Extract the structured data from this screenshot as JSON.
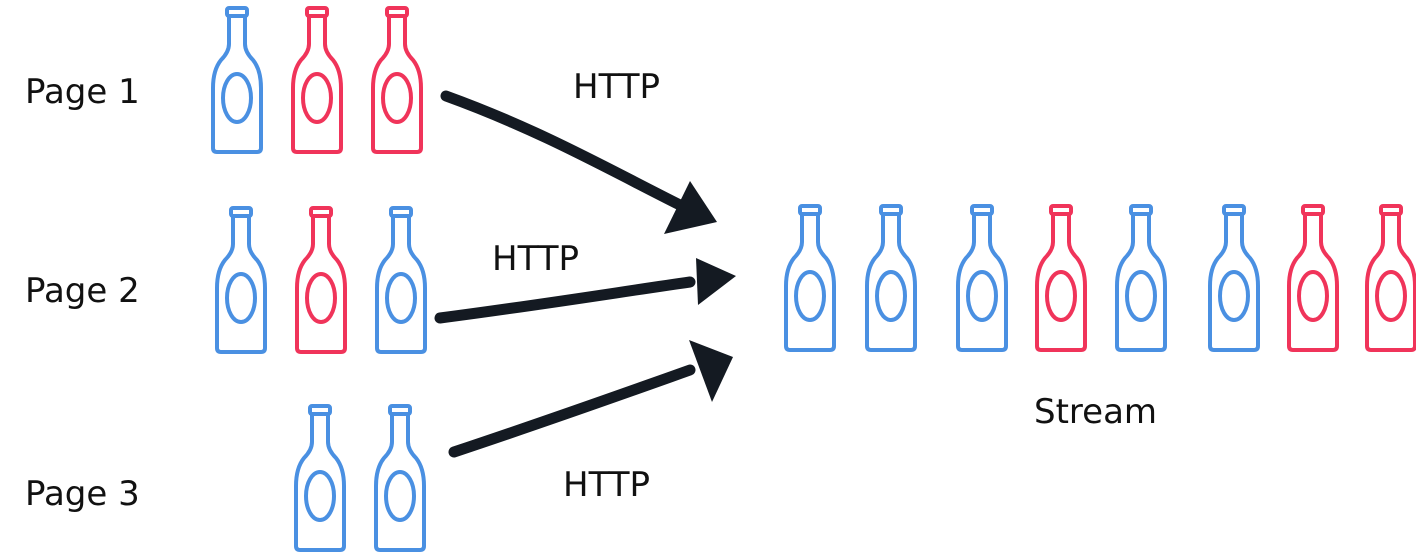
{
  "pages": [
    {
      "label": "Page 1",
      "bottles": [
        "blue",
        "red",
        "red"
      ]
    },
    {
      "label": "Page 2",
      "bottles": [
        "blue",
        "red",
        "blue"
      ]
    },
    {
      "label": "Page 3",
      "bottles": [
        "blue",
        "blue"
      ]
    }
  ],
  "connections": [
    {
      "label": "HTTP"
    },
    {
      "label": "HTTP"
    },
    {
      "label": "HTTP"
    }
  ],
  "stream": {
    "label": "Stream",
    "bottles": [
      "blue",
      "blue",
      "blue",
      "red",
      "blue",
      "blue",
      "red",
      "red"
    ]
  },
  "colors": {
    "blue": "#4a90e2",
    "red": "#f0345a",
    "arrow": "#141a22"
  }
}
